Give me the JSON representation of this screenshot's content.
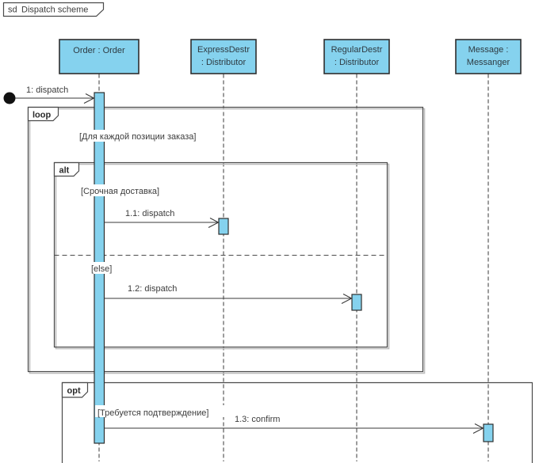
{
  "frame": {
    "keyword": "sd",
    "title": "Dispatch scheme"
  },
  "lifelines": [
    {
      "line1": "Order : Order",
      "line2": ""
    },
    {
      "line1": "ExpressDestr",
      "line2": ": Distributor"
    },
    {
      "line1": "RegularDestr",
      "line2": ": Distributor"
    },
    {
      "line1": "Message :",
      "line2": "Messanger"
    }
  ],
  "fragments": {
    "loop": {
      "operator": "loop",
      "guard": "[Для каждой позиции заказа]"
    },
    "alt": {
      "operator": "alt",
      "guard_main": "[Срочная доставка]",
      "guard_else": "[else]"
    },
    "opt": {
      "operator": "opt",
      "guard": "[Требуется подтверждение]"
    }
  },
  "messages": {
    "m1": "1: dispatch",
    "m1_1": "1.1: dispatch",
    "m1_2": "1.2: dispatch",
    "m1_3": "1.3: confirm"
  },
  "colors": {
    "activation_fill": "#85D2EE",
    "frame_line": "#4b4b4b",
    "found_node": "#111111"
  }
}
